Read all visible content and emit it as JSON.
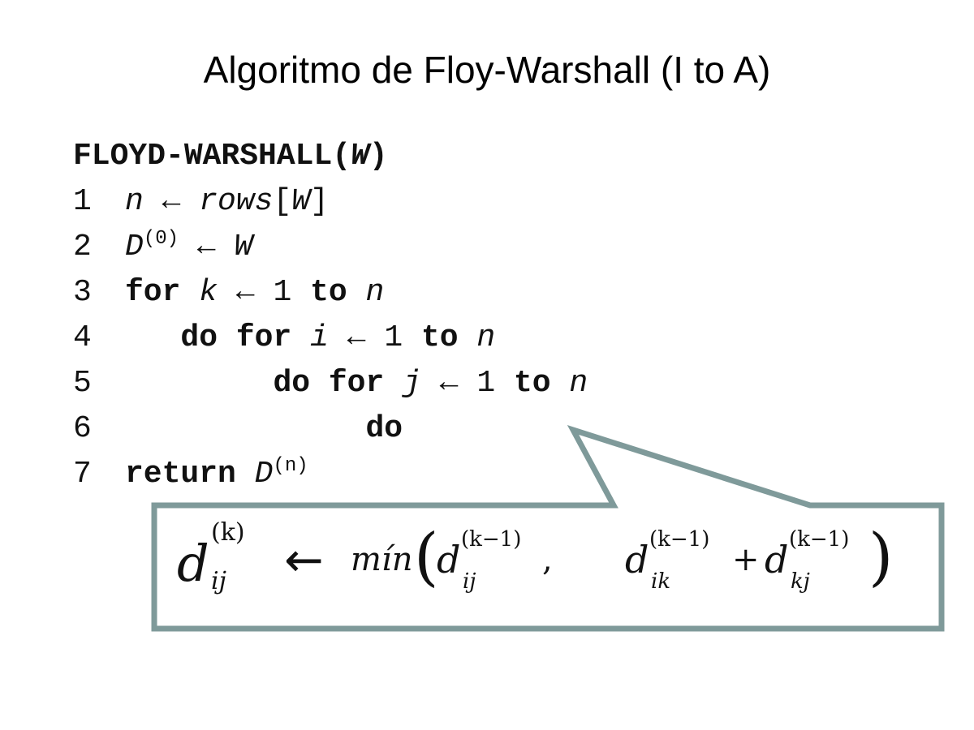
{
  "slide": {
    "title": "Algoritmo de Floy-Warshall (I to A)"
  },
  "code": {
    "proc_name": "FLOYD-WARSHALL",
    "proc_open": "(",
    "proc_param": "W",
    "proc_close": ")",
    "lines": [
      {
        "num": "1",
        "var1": "n",
        "arrow": "←",
        "func": "rows",
        "lb": "[",
        "arg": "W",
        "rb": "]"
      },
      {
        "num": "2",
        "var1": "D",
        "sup": "(0)",
        "arrow": "←",
        "var2": "W"
      },
      {
        "num": "3",
        "kw1": "for",
        "var1": "k",
        "arrow": "←",
        "start": "1",
        "kw2": "to",
        "var2": "n"
      },
      {
        "num": "4",
        "kw0": "do",
        "kw1": "for",
        "var1": "i",
        "arrow": "←",
        "start": "1",
        "kw2": "to",
        "var2": "n"
      },
      {
        "num": "5",
        "kw0": "do",
        "kw1": "for",
        "var1": "j",
        "arrow": "←",
        "start": "1",
        "kw2": "to",
        "var2": "n"
      },
      {
        "num": "6",
        "kw0": "do"
      },
      {
        "num": "7",
        "kw1": "return",
        "var1": "D",
        "sup": "(n)"
      }
    ]
  },
  "formula": {
    "lhs_base": "d",
    "lhs_sup": "(k)",
    "lhs_sub": "ij",
    "arrow": "←",
    "func": "mín",
    "open_paren": "(",
    "t1_base": "d",
    "t1_sup": "(k−1)",
    "t1_sub": "ij",
    "comma": ",",
    "t2_base": "d",
    "t2_sup": "(k−1)",
    "t2_sub": "ik",
    "plus": "+",
    "t3_base": "d",
    "t3_sup": "(k−1)",
    "t3_sub": "kj",
    "close_paren": ")"
  },
  "colors": {
    "callout_border": "#7F9A9A",
    "text": "#111111"
  }
}
